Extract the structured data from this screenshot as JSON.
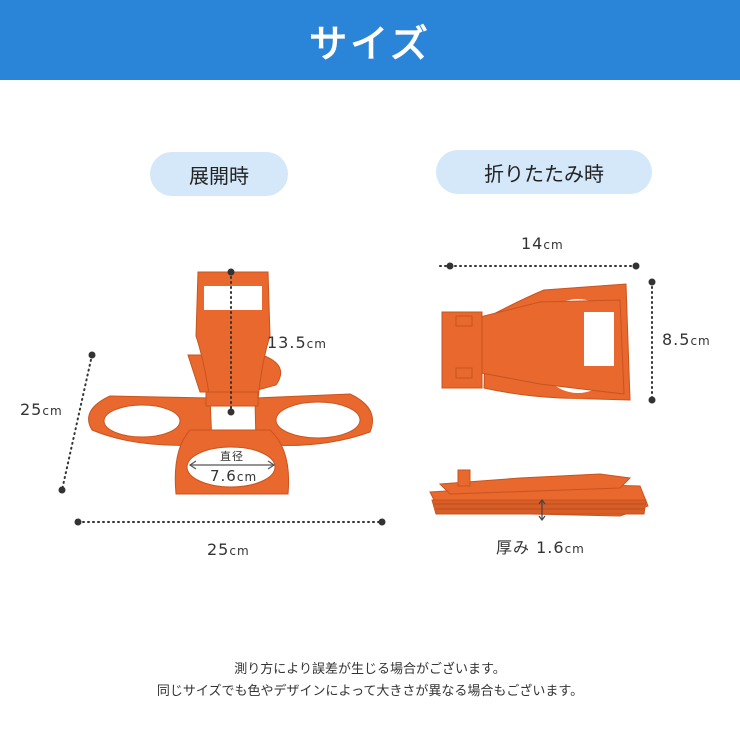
{
  "header": {
    "title": "サイズ"
  },
  "expanded": {
    "label": "展開時",
    "height": {
      "value": "13.5",
      "unit": "cm"
    },
    "diagonal": {
      "value": "25",
      "unit": "cm"
    },
    "width": {
      "value": "25",
      "unit": "cm"
    },
    "diameter": {
      "label": "直径",
      "value": "7.6",
      "unit": "cm"
    }
  },
  "folded": {
    "label": "折りたたみ時",
    "width": {
      "value": "14",
      "unit": "cm"
    },
    "height": {
      "value": "8.5",
      "unit": "cm"
    },
    "thickness": {
      "label": "厚み",
      "value": "1.6",
      "unit": "cm"
    }
  },
  "notes": {
    "line1": "測り方により誤差が生じる場合がございます。",
    "line2": "同じサイズでも色やデザインによって大きさが異なる場合もございます。"
  },
  "colors": {
    "header": "#2a84d8",
    "pill": "#d4e8fa",
    "product": "#e8682e",
    "product_dark": "#c9541f"
  }
}
